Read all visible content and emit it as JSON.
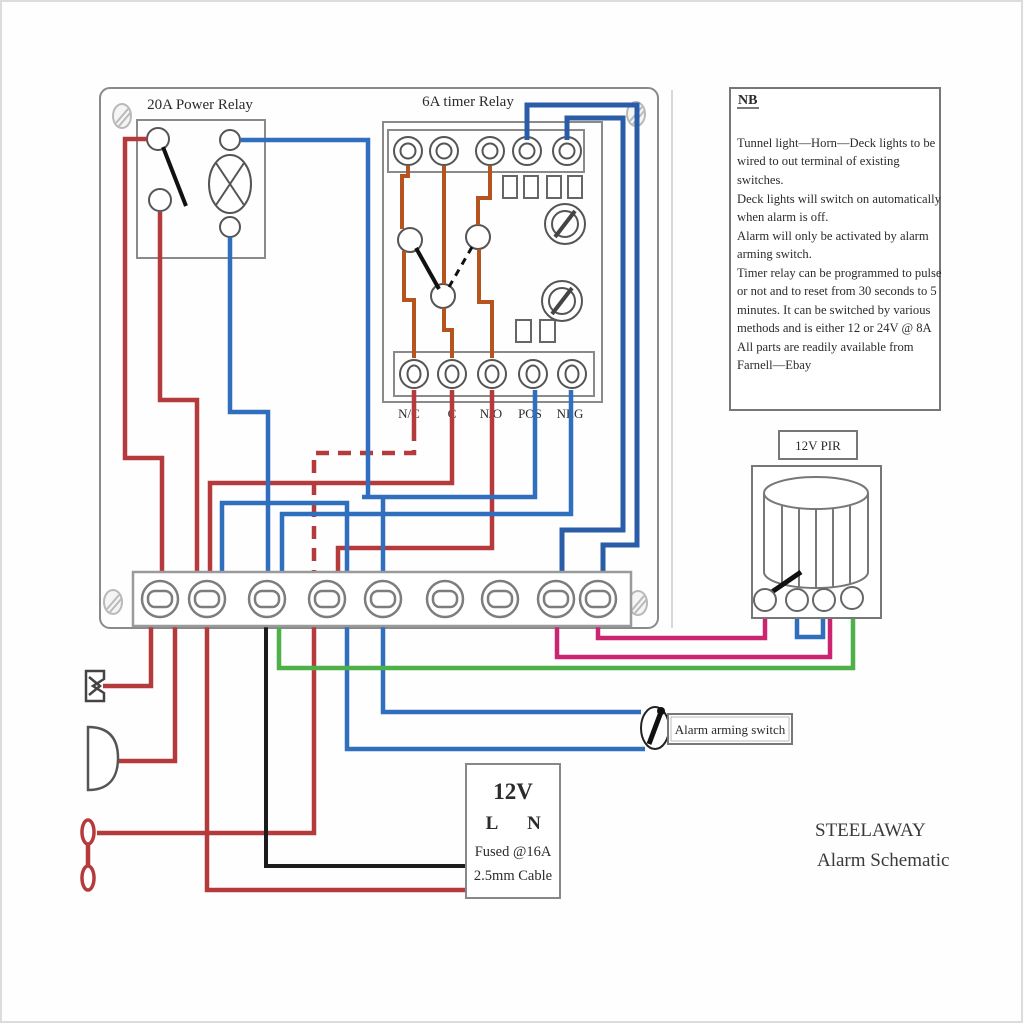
{
  "title": {
    "brand": "STEELAWAY",
    "subtitle": "Alarm Schematic"
  },
  "note": {
    "heading": "NB",
    "lines": [
      "Tunnel light—Horn—Deck lights to be",
      "wired to out terminal of existing",
      "switches.",
      "Deck lights will switch on automatically",
      "when alarm is off.",
      "Alarm will only be activated by alarm",
      "arming switch.",
      "Timer relay can be programmed to pulse",
      "or not and to reset from 30 seconds to 5",
      "minutes. It can be switched by various",
      "methods and is either 12 or 24V @ 8A",
      "All parts are readily available from",
      " Farnell—Ebay"
    ]
  },
  "power_relay": {
    "label": "20A Power Relay"
  },
  "timer_relay": {
    "label": "6A timer Relay",
    "terminals": [
      "N/C",
      "C",
      "N/O",
      "POS",
      "NEG"
    ]
  },
  "pir": {
    "label": "12V PIR"
  },
  "supply": {
    "voltage": "12V",
    "live": "L",
    "neutral": "N",
    "fuse": "Fused @16A",
    "cable": "2.5mm Cable"
  },
  "arming_switch": {
    "label": "Alarm arming switch"
  },
  "colors": {
    "red": "#b53a3c",
    "blue": "#2f6fbe",
    "dark_blue": "#2a5ca8",
    "orange": "#b5541f",
    "green": "#4db049",
    "pink": "#cb2572",
    "black": "#1c1c1c",
    "outline": "#8a8a8a"
  }
}
